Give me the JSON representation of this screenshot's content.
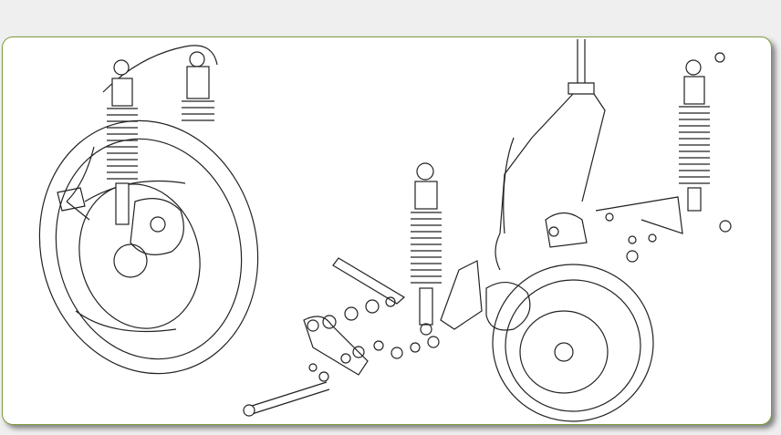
{
  "figure": {
    "kind": "exploded-view line drawing",
    "parts": [
      "front-wheel",
      "front-shock-left",
      "front-shock-right",
      "brake-disc",
      "brake-caliper",
      "center-shock",
      "swingarm-links",
      "rear-wheel",
      "rear-caliper",
      "frame-section",
      "rear-shock",
      "axle-bolt"
    ],
    "colors": {
      "frame_border": "#7d9c3c",
      "background": "#efefef",
      "line": "#222222"
    }
  }
}
